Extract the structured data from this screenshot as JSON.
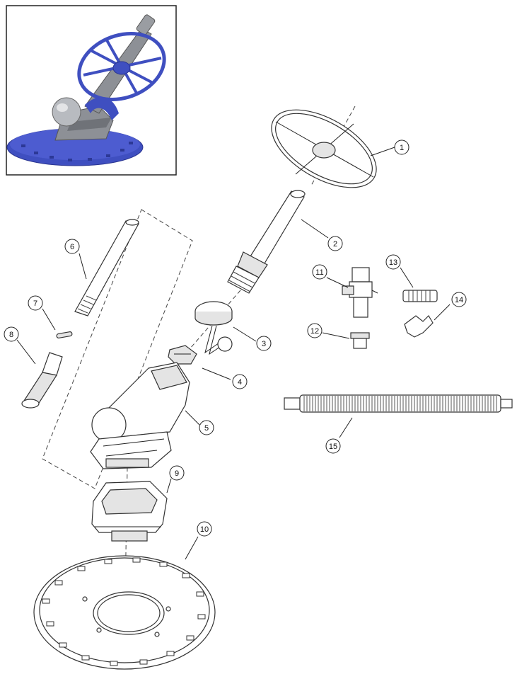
{
  "callouts": [
    {
      "id": "1",
      "label": "1"
    },
    {
      "id": "2",
      "label": "2"
    },
    {
      "id": "3",
      "label": "3"
    },
    {
      "id": "4",
      "label": "4"
    },
    {
      "id": "5",
      "label": "5"
    },
    {
      "id": "6",
      "label": "6"
    },
    {
      "id": "7",
      "label": "7"
    },
    {
      "id": "8",
      "label": "8"
    },
    {
      "id": "9",
      "label": "9"
    },
    {
      "id": "10",
      "label": "10"
    },
    {
      "id": "11",
      "label": "11"
    },
    {
      "id": "12",
      "label": "12"
    },
    {
      "id": "13",
      "label": "13"
    },
    {
      "id": "14",
      "label": "14"
    },
    {
      "id": "15",
      "label": "15"
    }
  ],
  "colors": {
    "product_blue": "#3f4fc0",
    "product_gray": "#8d9096",
    "line": "#222222"
  }
}
